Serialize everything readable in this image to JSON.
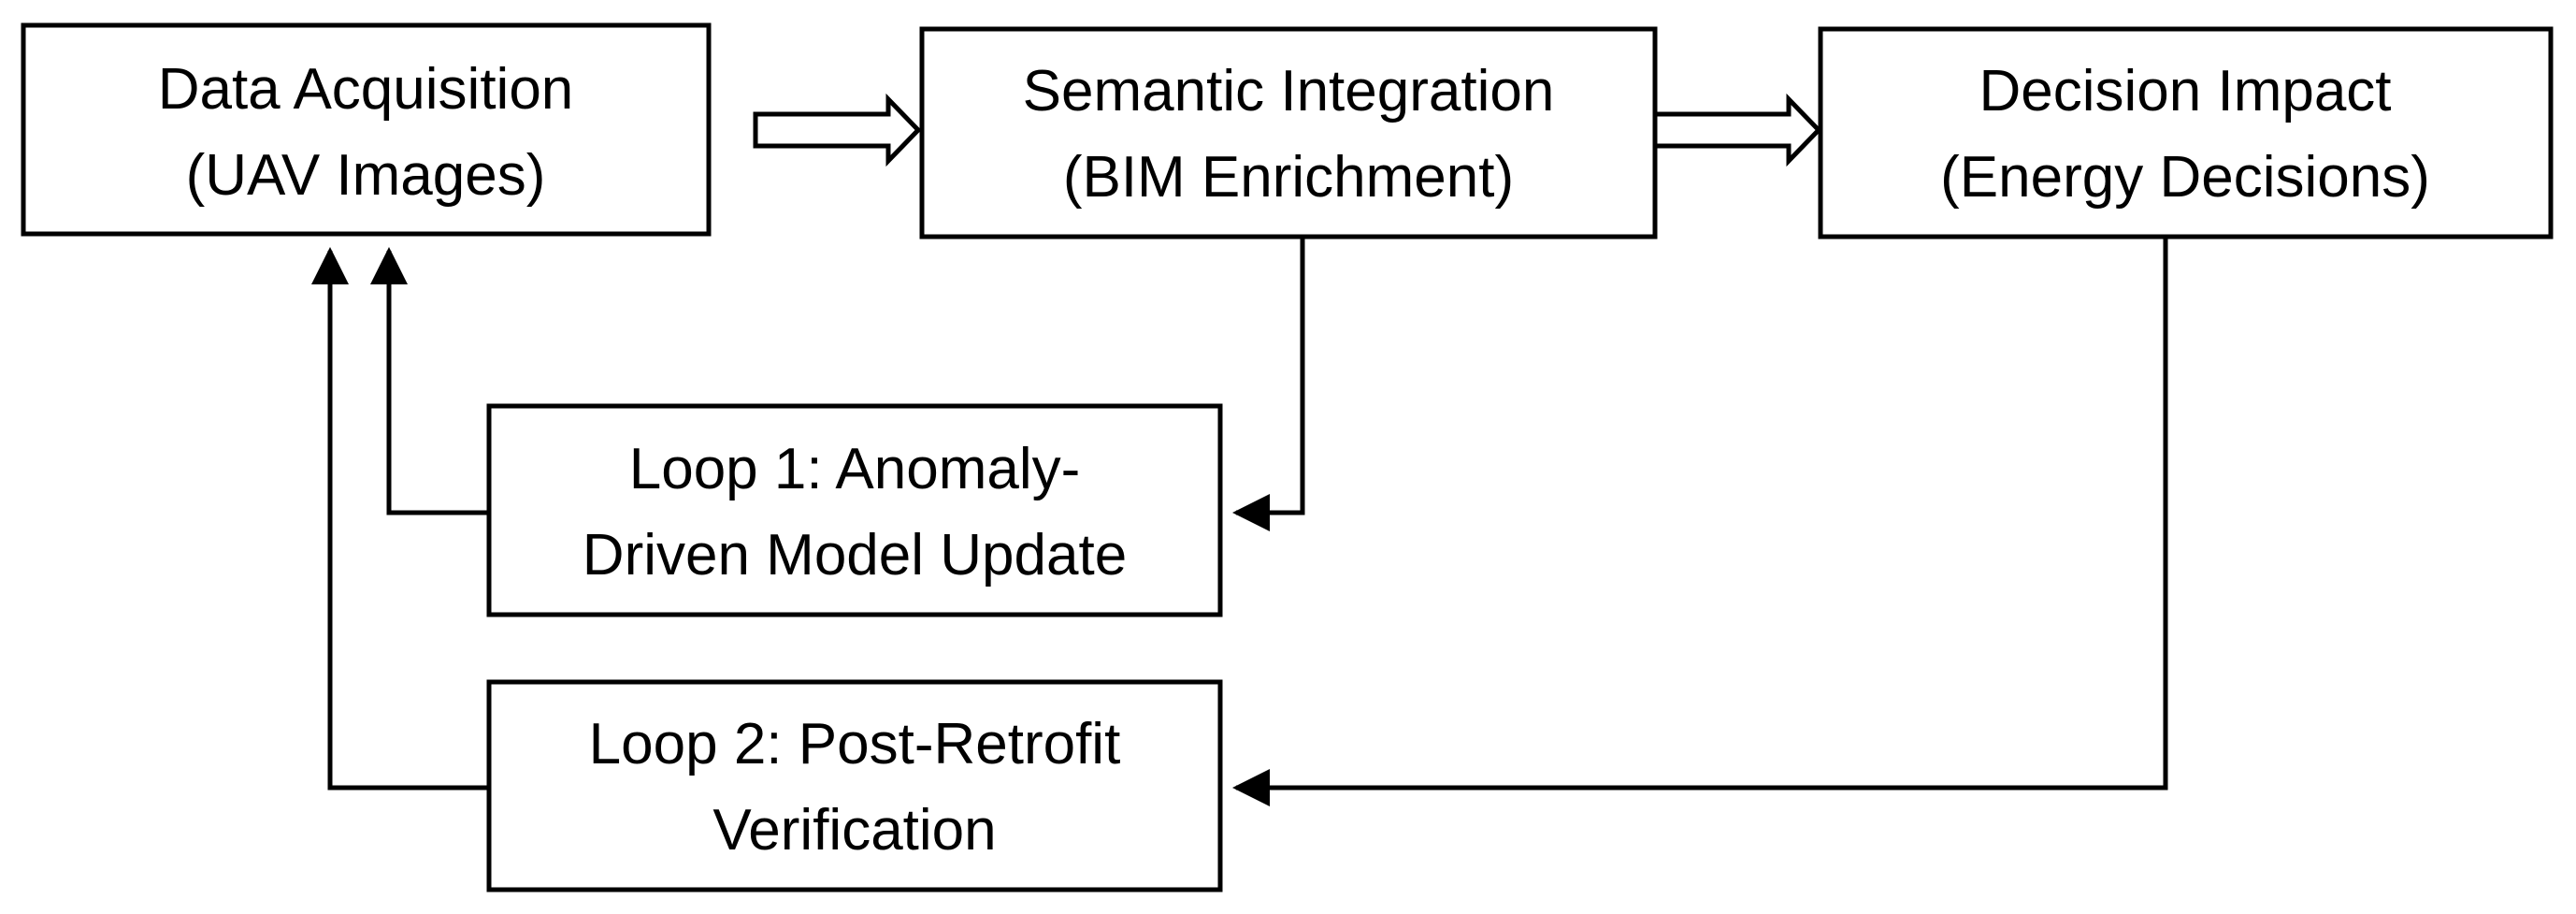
{
  "nodes": [
    {
      "id": "data-acquisition",
      "lines": [
        "Data Acquisition",
        "(UAV Images)"
      ]
    },
    {
      "id": "semantic-integration",
      "lines": [
        "Semantic Integration",
        "(BIM Enrichment)"
      ]
    },
    {
      "id": "decision-impact",
      "lines": [
        "Decision Impact",
        "(Energy Decisions)"
      ]
    },
    {
      "id": "loop-1",
      "lines": [
        "Loop 1: Anomaly-",
        "Driven Model Update"
      ]
    },
    {
      "id": "loop-2",
      "lines": [
        "Loop 2: Post-Retrofit",
        "Verification"
      ]
    }
  ],
  "edges": [
    {
      "from": "data-acquisition",
      "to": "semantic-integration",
      "style": "hollow-double-arrow"
    },
    {
      "from": "semantic-integration",
      "to": "decision-impact",
      "style": "hollow-double-arrow"
    },
    {
      "from": "semantic-integration",
      "to": "loop-1",
      "style": "elbow-arrow"
    },
    {
      "from": "loop-1",
      "to": "data-acquisition",
      "style": "elbow-arrow"
    },
    {
      "from": "decision-impact",
      "to": "loop-2",
      "style": "elbow-arrow"
    },
    {
      "from": "loop-2",
      "to": "data-acquisition",
      "style": "elbow-arrow"
    }
  ],
  "colors": {
    "stroke": "#000000",
    "background": "#ffffff"
  }
}
